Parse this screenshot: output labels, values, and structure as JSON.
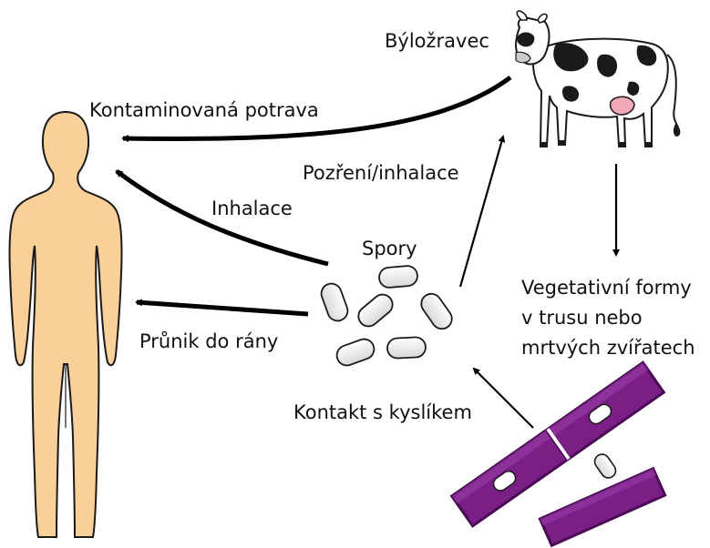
{
  "labels": {
    "herbivore": "Býložravec",
    "contaminated_food": "Kontaminovaná potrava",
    "ingestion_inhalation": "Pozření/inhalace",
    "inhalation": "Inhalace",
    "spores": "Spory",
    "wound_entry": "Průnik do rány",
    "vegetative_forms": [
      "Vegetativní formy",
      "v trusu nebo",
      "mrtvých zvířatech"
    ],
    "oxygen_contact": "Kontakt s kyslíkem"
  },
  "colors": {
    "human_fill": "#f9cf9a",
    "outline": "#1a1a1a",
    "bacteria_fill": "#7a1f86",
    "bacteria_dark": "#4a0a55",
    "udder": "#f0a7b8",
    "arrow": "#000000"
  }
}
